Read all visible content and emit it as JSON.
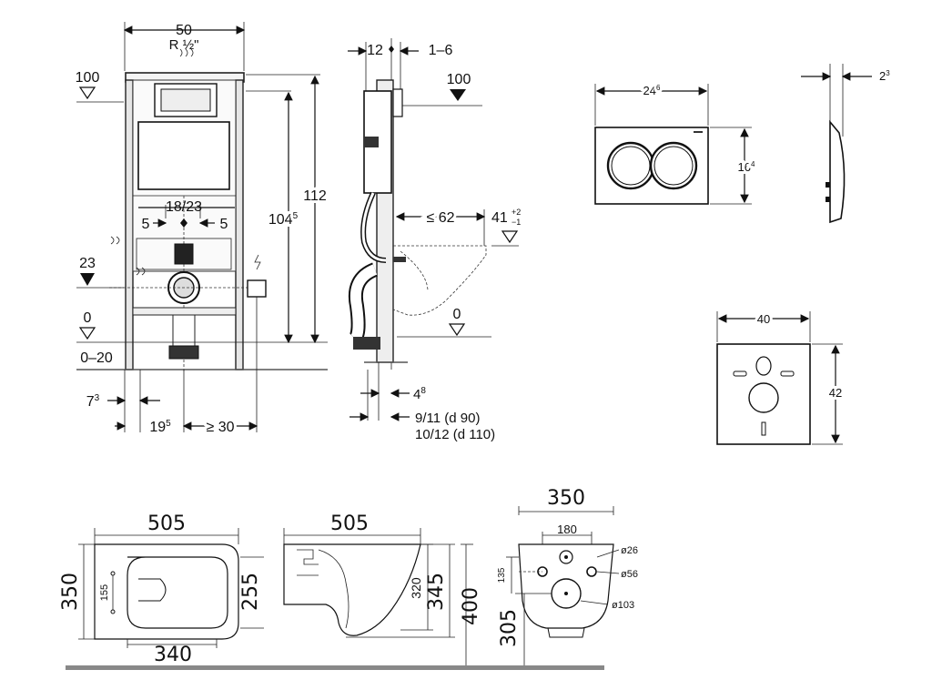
{
  "frame_front": {
    "width_label": "50",
    "thread_label": "R ½\"",
    "level_100": "100",
    "level_23": "23",
    "level_0": "0",
    "level_0_20": "0–20",
    "height_112": "112",
    "height_104": "104",
    "height_104_sup": "5",
    "spacing_18_23": "18/23",
    "left_5": "5",
    "right_5": "5",
    "dim_7": "7",
    "dim_7_sup": "3",
    "dim_19": "19",
    "dim_19_sup": "5",
    "dim_30": "≥ 30"
  },
  "frame_side": {
    "dim_12": "12",
    "dim_1_6": "1–6",
    "level_100": "100",
    "dim_62": "≤ 62",
    "dim_41": "41",
    "dim_41_tol": "+2",
    "dim_41_tol2": "−1",
    "level_0": "0",
    "dim_4": "4",
    "dim_4_sup": "8",
    "pipe_1": "9/11   (d 90)",
    "pipe_2": "10/12 (d 110)"
  },
  "plate": {
    "width": "24",
    "width_sup": "6",
    "height": "16",
    "height_sup": "4",
    "depth": "2",
    "depth_sup": "3"
  },
  "pad": {
    "width": "40",
    "height": "42"
  },
  "bowl_top": {
    "length": "505",
    "width": "350",
    "inner_width": "255",
    "inner_length": "340",
    "dim_155": "155"
  },
  "bowl_side": {
    "length": "505",
    "height_320": "320",
    "height_345": "345",
    "height_400": "400"
  },
  "bowl_back": {
    "width": "350",
    "spacing": "180",
    "d26": "ø26",
    "d56": "ø56",
    "d103": "ø103",
    "height_135": "135",
    "height_305": "305"
  }
}
